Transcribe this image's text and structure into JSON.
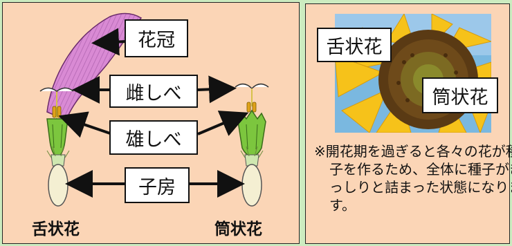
{
  "left": {
    "labels": {
      "corolla": "花冠",
      "pistil": "雌しべ",
      "stamen": "雄しべ",
      "ovary": "子房"
    },
    "captions": {
      "ray_floret": "舌状花",
      "disc_floret": "筒状花"
    }
  },
  "right": {
    "labels": {
      "ray_floret": "舌状花",
      "disc_floret": "筒状花"
    },
    "note": "※開花期を過ぎると各々の花が種子を作るため、全体に種子がぎっしりと詰まった状態になります。"
  },
  "colors": {
    "background": "#ccecc0",
    "panel": "#fbd5b6",
    "petal": "#d98ad4",
    "green": "#7cc63e",
    "sunflower_yellow": "#f6c21a",
    "sunflower_center": "#5a3a14",
    "sky": "#7ab8e0"
  },
  "icons": [
    "ray-floret-illustration",
    "disc-floret-illustration",
    "sunflower-photo"
  ]
}
